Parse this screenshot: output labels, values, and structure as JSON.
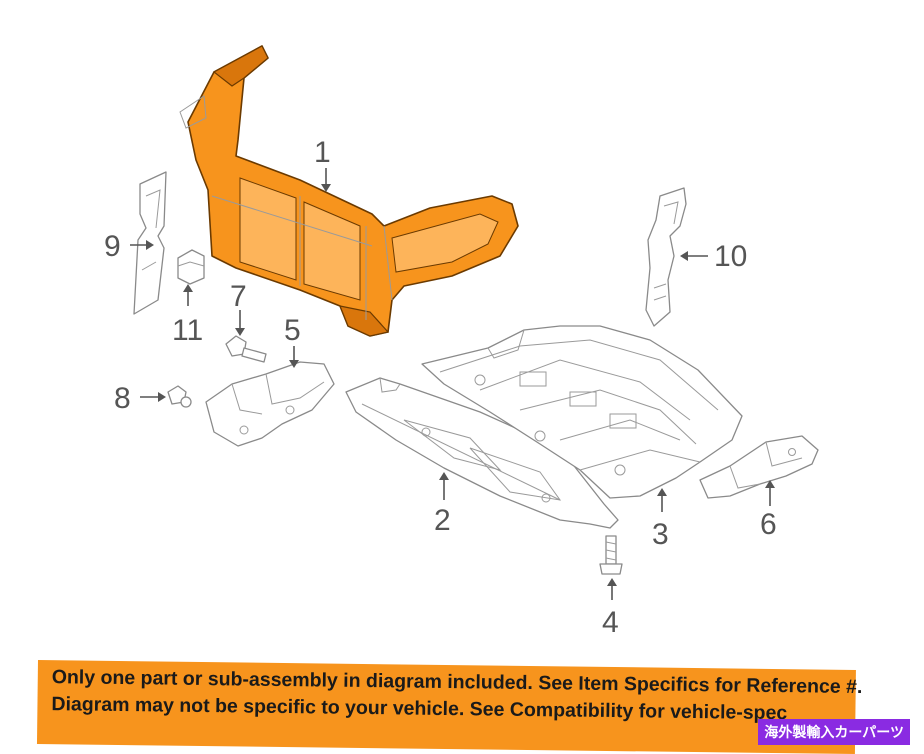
{
  "callouts": {
    "c1": "1",
    "c2": "2",
    "c3": "3",
    "c4": "4",
    "c5": "5",
    "c6": "6",
    "c7": "7",
    "c8": "8",
    "c9": "9",
    "c10": "10",
    "c11": "11"
  },
  "banner": {
    "line1": "Only one part or sub-assembly in diagram included. See Item Specifics for Reference #.",
    "line2": "Diagram may not be specific to your vehicle. See Compatibility for vehicle-spec"
  },
  "watermark": "海外製輸入カーパーツ",
  "colors": {
    "highlight": "#f7941d",
    "banner": "#f7941d",
    "watermark": "#8a2be2"
  }
}
